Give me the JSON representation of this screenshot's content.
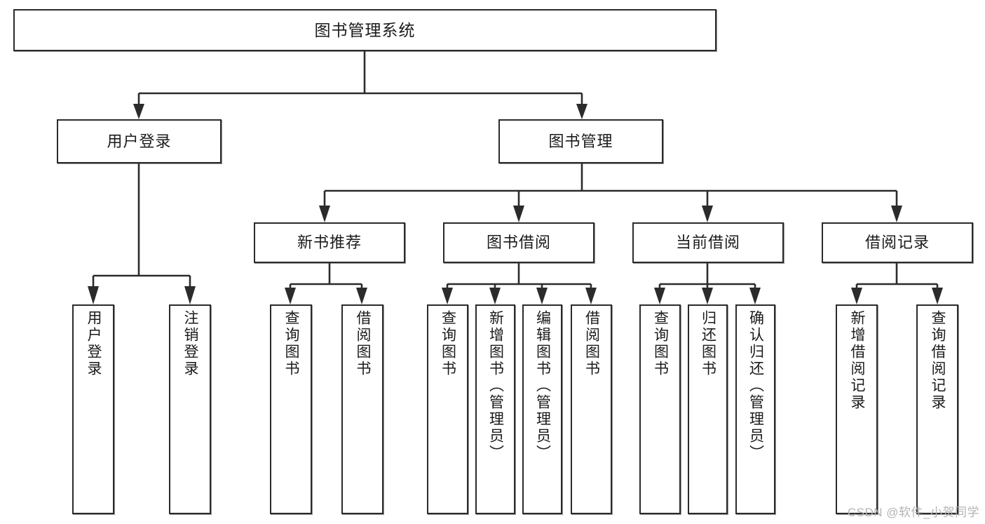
{
  "diagram": {
    "title": "图书管理系统",
    "type": "tree-hierarchy-chart",
    "colors": {
      "stroke": "#2b2b2b",
      "fill": "#ffffff",
      "text": "#1b1b1b",
      "watermark": "#b4b4b4"
    }
  },
  "watermark": {
    "text": "CSDN @软件_小贺同学"
  },
  "nodes": {
    "root": {
      "label": "图书管理系统"
    },
    "level2": [
      {
        "id": "user-login",
        "label": "用户登录"
      },
      {
        "id": "book-management",
        "label": "图书管理"
      }
    ],
    "level3": [
      {
        "id": "new-book-recommend",
        "label": "新书推荐"
      },
      {
        "id": "book-borrow",
        "label": "图书借阅"
      },
      {
        "id": "current-borrow",
        "label": "当前借阅"
      },
      {
        "id": "borrow-record",
        "label": "借阅记录"
      }
    ],
    "leaves": [
      {
        "id": "leaf-user-login",
        "label": "用户登录",
        "parent": "user-login"
      },
      {
        "id": "leaf-user-logout",
        "label": "注销登录",
        "parent": "user-login"
      },
      {
        "id": "leaf-query-book-1",
        "label": "查询图书",
        "parent": "new-book-recommend"
      },
      {
        "id": "leaf-borrow-book-1",
        "label": "借阅图书",
        "parent": "new-book-recommend"
      },
      {
        "id": "leaf-query-book-2",
        "label": "查询图书",
        "parent": "book-borrow"
      },
      {
        "id": "leaf-add-book",
        "label": "新增图书（管理员）",
        "parent": "book-borrow"
      },
      {
        "id": "leaf-edit-book",
        "label": "编辑图书（管理员）",
        "parent": "book-borrow"
      },
      {
        "id": "leaf-borrow-book-2",
        "label": "借阅图书",
        "parent": "book-borrow"
      },
      {
        "id": "leaf-query-book-3",
        "label": "查询图书",
        "parent": "current-borrow"
      },
      {
        "id": "leaf-return-book",
        "label": "归还图书",
        "parent": "current-borrow"
      },
      {
        "id": "leaf-confirm-return",
        "label": "确认归还（管理员）",
        "parent": "current-borrow"
      },
      {
        "id": "leaf-add-borrow-record",
        "label": "新增借阅记录",
        "parent": "borrow-record"
      },
      {
        "id": "leaf-query-borrow-record",
        "label": "查询借阅记录",
        "parent": "borrow-record"
      }
    ]
  }
}
